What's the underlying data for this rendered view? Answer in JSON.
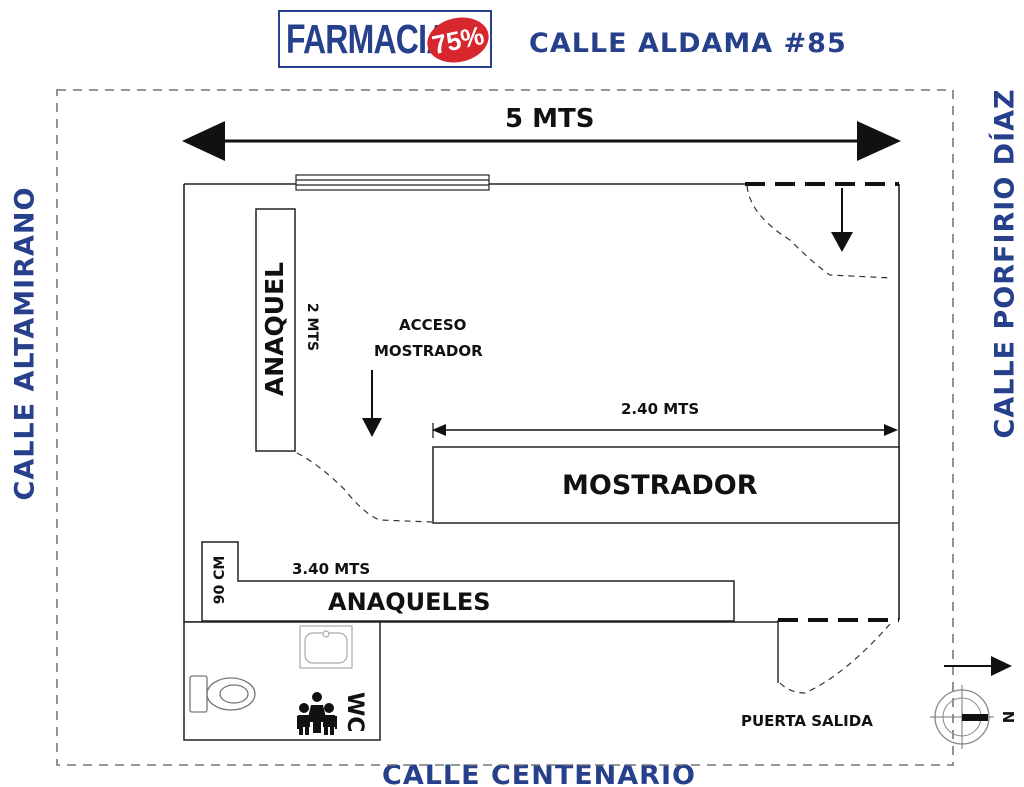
{
  "logo": {
    "word": "FARMACIA",
    "badge": "75%"
  },
  "streets": {
    "top": "CALLE ALDAMA #85",
    "left": "CALLE ALTAMIRANO",
    "right": "CALLE PORFIRIO DÍAZ",
    "bottom": "CALLE CENTENARIO"
  },
  "dimensions": {
    "width": "5 MTS",
    "anaquel_height": "2 MTS",
    "mostrador_width": "2.40 MTS",
    "anaqueles_width": "3.40 MTS",
    "anaqueles_depth": "90 CM"
  },
  "rooms": {
    "anaquel": "ANAQUEL",
    "access": [
      "ACCESO",
      "MOSTRADOR"
    ],
    "mostrador": "MOSTRADOR",
    "anaqueles": "ANAQUELES",
    "wc": "WC",
    "exit_door": "PUERTA SALIDA"
  },
  "compass": {
    "north": "N"
  },
  "colors": {
    "street_blue": "#27408b",
    "logo_red": "#d7262e",
    "line": "#222222"
  }
}
